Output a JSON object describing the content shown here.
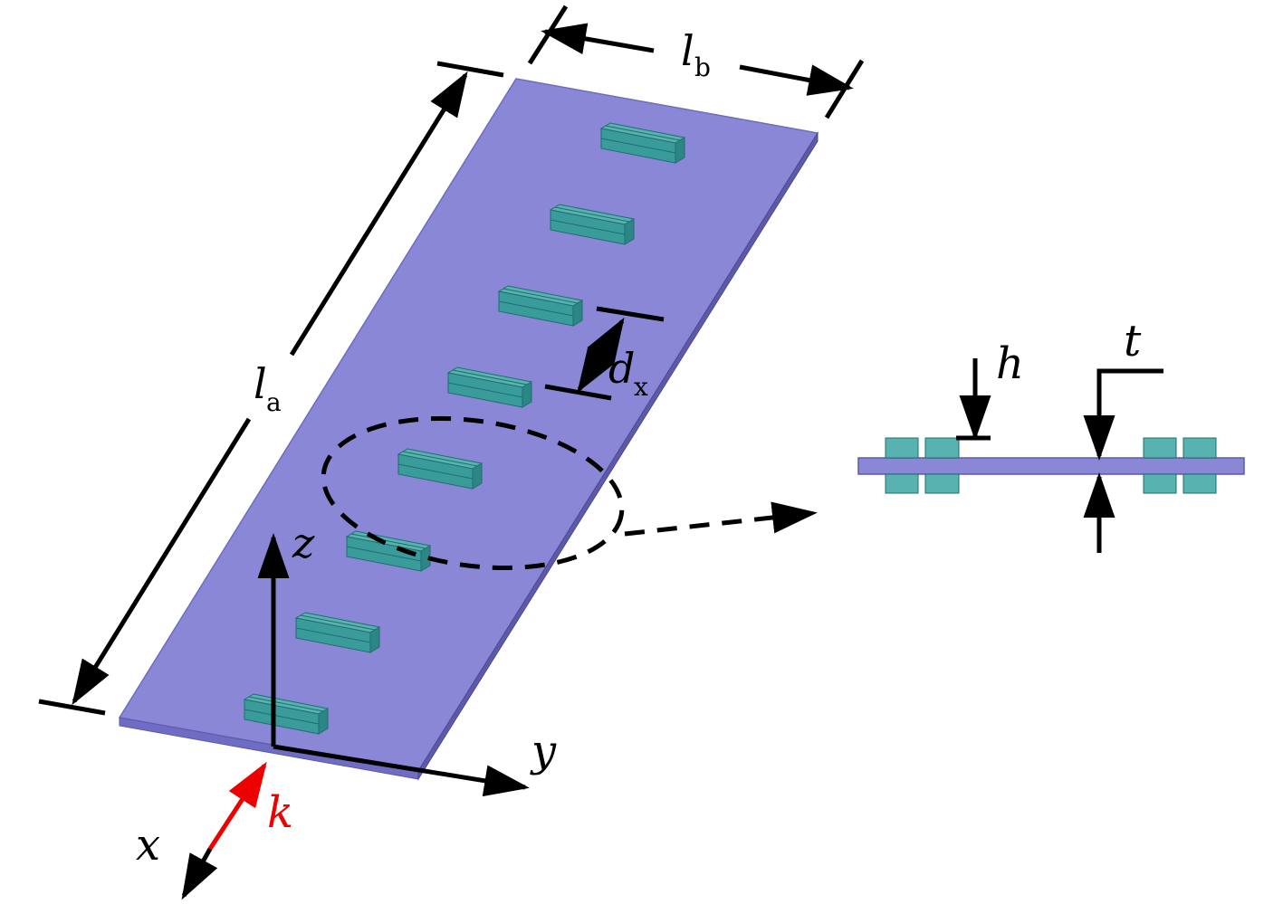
{
  "labels": {
    "l": "l",
    "a": "a",
    "b": "b",
    "d": "d",
    "x_sub": "x",
    "h": "h",
    "t": "t",
    "z": "z",
    "y": "y",
    "x": "x",
    "k": "k"
  },
  "colors": {
    "plate": "#8a87d6",
    "plate_edge": "#5d5aa8",
    "bar": "#3a9b9b",
    "bar_top": "#58b3b0",
    "bar_edge": "#1f6e6e",
    "wave": "#ee0000",
    "ink": "#000000"
  },
  "array": {
    "element_count": 8
  }
}
